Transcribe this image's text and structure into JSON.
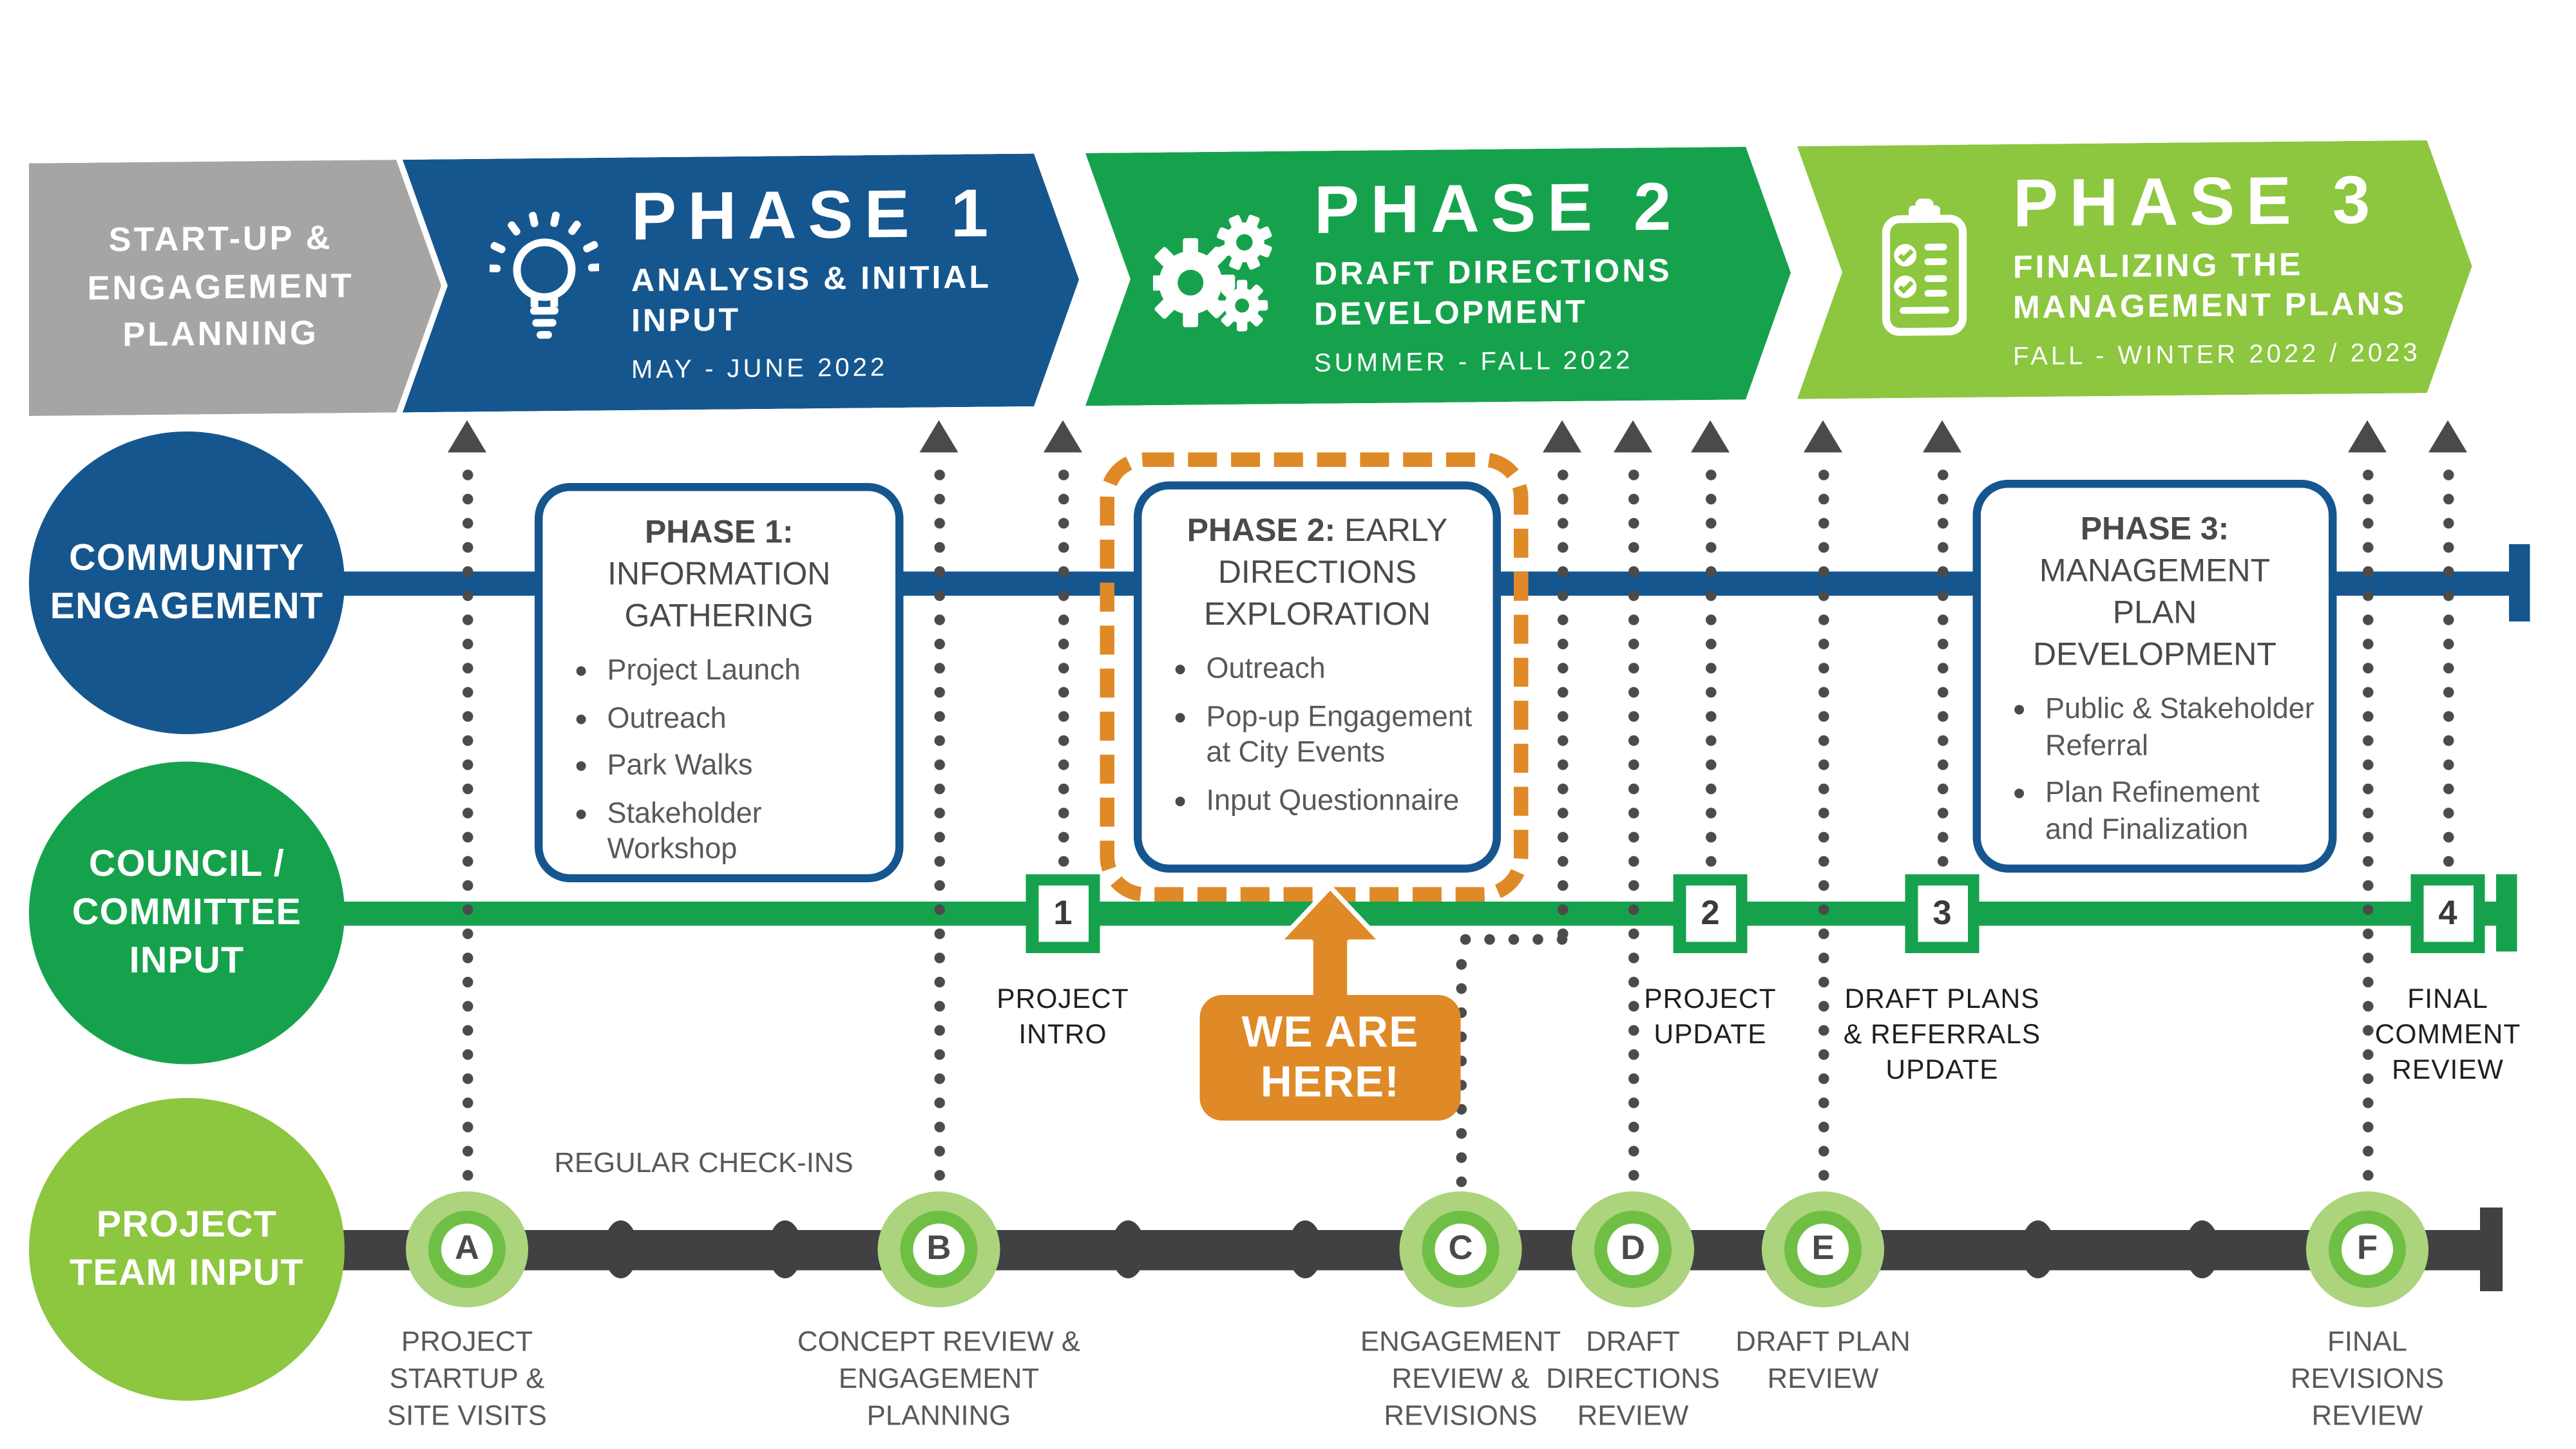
{
  "banner": {
    "startup": {
      "label_lines": [
        "START-UP &",
        "ENGAGEMENT",
        "PLANNING"
      ]
    },
    "phases": [
      {
        "name": "PHASE 1",
        "subtitle_lines": [
          "ANALYSIS & INITIAL",
          "INPUT"
        ],
        "dates": "MAY - JUNE 2022",
        "icon": "lightbulb-icon",
        "color": "#15568f"
      },
      {
        "name": "PHASE 2",
        "subtitle_lines": [
          "DRAFT DIRECTIONS",
          "DEVELOPMENT"
        ],
        "dates": "SUMMER - FALL 2022",
        "icon": "gears-icon",
        "color": "#16a24d"
      },
      {
        "name": "PHASE 3",
        "subtitle_lines": [
          "FINALIZING THE",
          "MANAGEMENT PLANS"
        ],
        "dates": "FALL - WINTER 2022 / 2023",
        "icon": "clipboard-icon",
        "color": "#8dc63f"
      }
    ]
  },
  "rows": [
    {
      "id": "community-engagement",
      "label_lines": [
        "COMMUNITY",
        "ENGAGEMENT"
      ],
      "color": "#15568f"
    },
    {
      "id": "council-committee-input",
      "label_lines": [
        "COUNCIL /",
        "COMMITTEE",
        "INPUT"
      ],
      "color": "#16a24d"
    },
    {
      "id": "project-team-input",
      "label_lines": [
        "PROJECT",
        "TEAM INPUT"
      ],
      "color": "#8dc63f"
    }
  ],
  "phase_boxes": [
    {
      "heading_bold": "PHASE 1:",
      "heading_lines": [
        "INFORMATION",
        "GATHERING"
      ],
      "bullets": [
        "Project Launch",
        "Outreach",
        "Park Walks",
        "Stakeholder Workshop"
      ]
    },
    {
      "heading_bold": "PHASE 2:",
      "heading_lines": [
        "EARLY DIRECTIONS",
        "EXPLORATION"
      ],
      "bullets": [
        "Outreach",
        "Pop-up Engagement at City Events",
        "Input Questionnaire"
      ],
      "highlighted": true
    },
    {
      "heading_bold": "PHASE 3:",
      "heading_lines": [
        "MANAGEMENT",
        "PLAN",
        "DEVELOPMENT"
      ],
      "bullets": [
        "Public & Stakeholder Referral",
        "Plan Refinement and Finalization"
      ]
    }
  ],
  "we_are_here": {
    "label_lines": [
      "WE ARE",
      "HERE!"
    ],
    "color": "#df8a27"
  },
  "council_markers": [
    {
      "number": "1",
      "label_lines": [
        "PROJECT",
        "INTRO"
      ]
    },
    {
      "number": "2",
      "label_lines": [
        "PROJECT",
        "UPDATE"
      ]
    },
    {
      "number": "3",
      "label_lines": [
        "DRAFT PLANS",
        "& REFERRALS",
        "UPDATE"
      ]
    },
    {
      "number": "4",
      "label_lines": [
        "FINAL",
        "COMMENT",
        "REVIEW"
      ]
    }
  ],
  "team_milestones": [
    {
      "letter": "A",
      "label_lines": [
        "PROJECT",
        "STARTUP &",
        "SITE VISITS"
      ]
    },
    {
      "letter": "B",
      "label_lines": [
        "CONCEPT REVIEW &",
        "ENGAGEMENT",
        "PLANNING"
      ]
    },
    {
      "letter": "C",
      "label_lines": [
        "ENGAGEMENT",
        "REVIEW &",
        "REVISIONS"
      ]
    },
    {
      "letter": "D",
      "label_lines": [
        "DRAFT",
        "DIRECTIONS",
        "REVIEW"
      ]
    },
    {
      "letter": "E",
      "label_lines": [
        "DRAFT PLAN",
        "REVIEW"
      ]
    },
    {
      "letter": "F",
      "label_lines": [
        "FINAL",
        "REVISIONS",
        "REVIEW"
      ]
    }
  ],
  "regular_check_ins": "REGULAR CHECK-INS",
  "colors": {
    "blue": "#15568f",
    "green": "#16a24d",
    "light_green": "#8dc63f",
    "banner_gray": "#a7a5a3",
    "orange": "#df8a27",
    "dark_line": "#414042",
    "label_gray": "#58595b",
    "label_black": "#1f1f20",
    "milestone_outer": "#abd47d",
    "milestone_ring": "#70bf45",
    "dot_gray": "#4b4b4b"
  }
}
